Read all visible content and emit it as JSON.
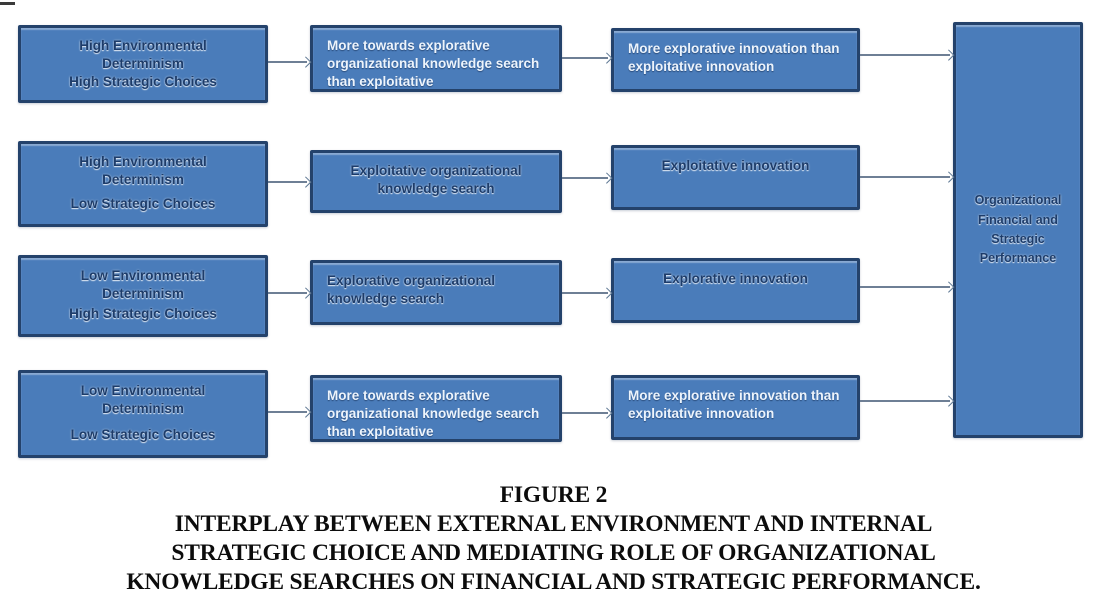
{
  "figure": {
    "label": "FIGURE 2",
    "title_lines": [
      "INTERPLAY BETWEEN EXTERNAL ENVIRONMENT AND INTERNAL",
      "STRATEGIC CHOICE AND MEDIATING ROLE OF ORGANIZATIONAL",
      "KNOWLEDGE SEARCHES ON FINANCIAL AND STRATEGIC PERFORMANCE."
    ]
  },
  "diagram": {
    "rows": [
      {
        "environment": "High Environmental Determinism",
        "strategic": "High Strategic Choices",
        "knowledge_search": "More towards explorative organizational knowledge search than exploitative",
        "innovation": "More explorative innovation than exploitative innovation"
      },
      {
        "environment": "High Environmental Determinism",
        "strategic": "Low Strategic Choices",
        "knowledge_search": "Exploitative organizational knowledge search",
        "innovation": "Exploitative innovation"
      },
      {
        "environment": "Low Environmental Determinism",
        "strategic": "High Strategic Choices",
        "knowledge_search": "Explorative organizational knowledge search",
        "innovation": "Explorative innovation"
      },
      {
        "environment": "Low Environmental Determinism",
        "strategic": "Low Strategic Choices",
        "knowledge_search": "More towards explorative organizational knowledge search than exploitative",
        "innovation": "More explorative innovation than exploitative innovation"
      }
    ],
    "outcome": "Organizational Financial and Strategic Performance",
    "colors": {
      "box_fill": "#4a7cba",
      "box_border": "#24426b",
      "text_light": "#edf4fc",
      "text_dark": "#1d3c6a",
      "arrow": "#5d7793",
      "caption_text": "#0c0c0c"
    }
  }
}
